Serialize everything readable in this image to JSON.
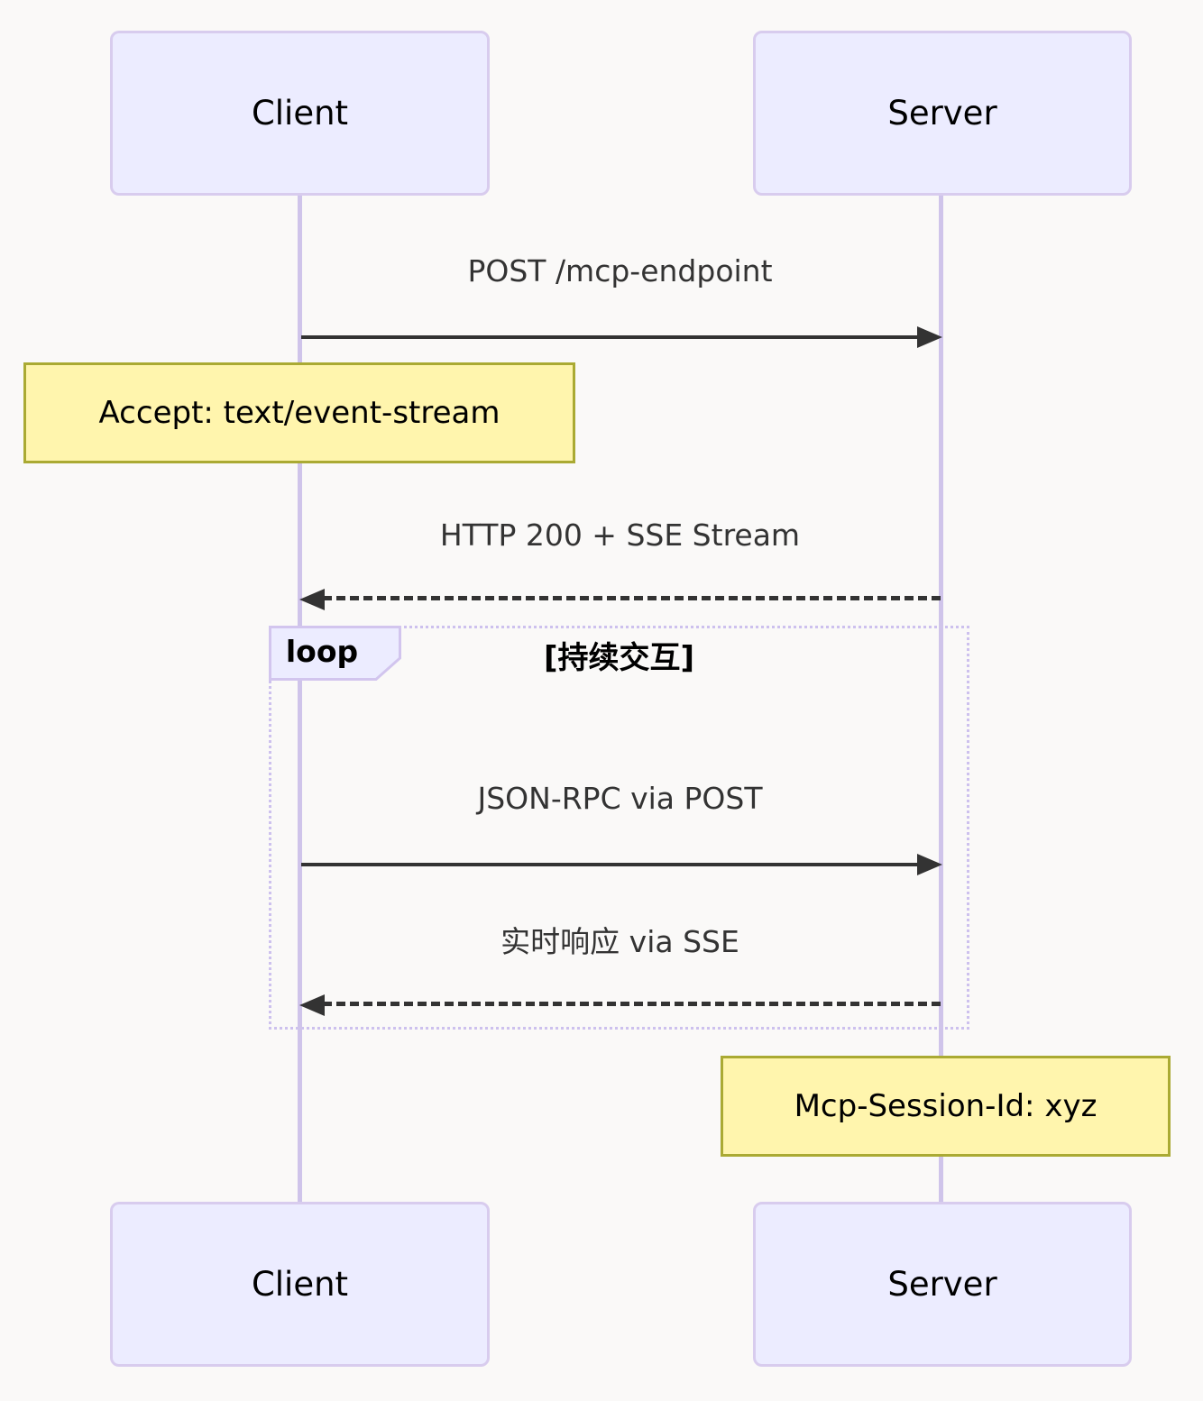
{
  "diagram": {
    "type": "sequence-diagram",
    "actors": [
      {
        "name": "Client"
      },
      {
        "name": "Server"
      }
    ],
    "messages": [
      {
        "label": "POST /mcp-endpoint",
        "from": "Client",
        "to": "Server",
        "line": "solid"
      },
      {
        "label": "HTTP 200 + SSE Stream",
        "from": "Server",
        "to": "Client",
        "line": "dashed"
      },
      {
        "label": "JSON-RPC via POST",
        "from": "Client",
        "to": "Server",
        "line": "solid"
      },
      {
        "label": "实时响应 via SSE",
        "from": "Server",
        "to": "Client",
        "line": "dashed"
      }
    ],
    "notes": [
      {
        "text": "Accept: text/event-stream",
        "position": "over Client"
      },
      {
        "text": "Mcp-Session-Id: xyz",
        "position": "over Server"
      }
    ],
    "loop": {
      "label": "loop",
      "condition": "[持续交互]"
    },
    "colors": {
      "background": "#faf9f8",
      "actor_fill": "#ECECFF",
      "actor_border": "#d8ccee",
      "lifeline": "#cfc4ea",
      "message_text": "#333333",
      "arrow": "#333333",
      "note_fill": "#fff5ad",
      "note_border": "#aaaa33",
      "loop_border": "#cdc1ee",
      "loop_label_fill": "#ECECFF"
    }
  }
}
